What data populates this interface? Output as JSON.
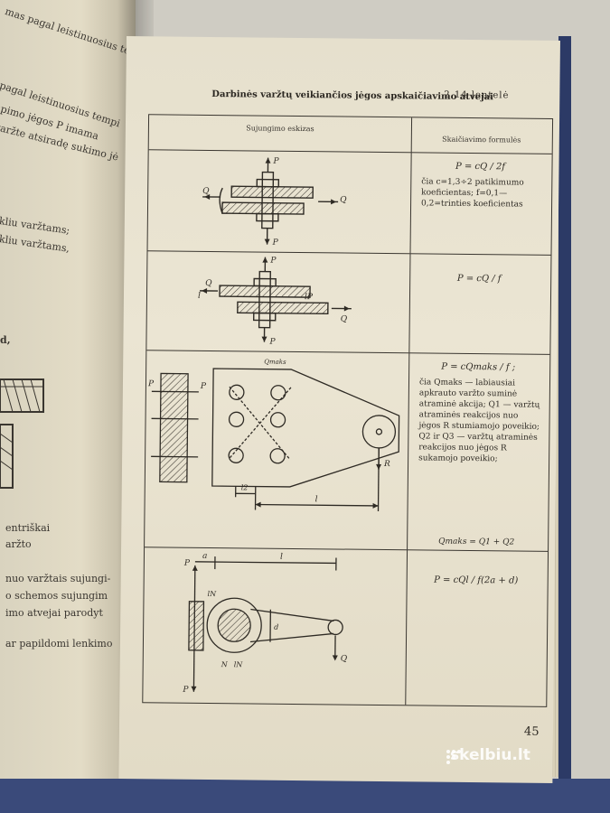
{
  "left_page": {
    "fragments": [
      "mas pagal leistinuosius tem",
      "pagal leistinuosius tempi",
      "npimo jėgos P imama",
      "varžte atsiradę sukimo jė",
      "kliu varžtams;",
      "kliu varžtams,",
      "d,",
      "entriškai",
      "aržto",
      "nuo varžtais sujungi-",
      "o schemos sujungim",
      "imo atvejai parodyt",
      "ar papildomi lenkimo"
    ]
  },
  "table": {
    "title": "Darbinės varžtų veikiančios jėgos apskaičiavimo atvejai",
    "number": "2.14 lentelė",
    "header": {
      "sketch": "Sujungimo eskizas",
      "formula": "Skaičiavimo formulės"
    },
    "rows": [
      {
        "formula": "P = cQ / 2f",
        "note": "čia c=1,3÷2 patikimumo koeficientas; f=0,1—0,2=trinties koeficientas",
        "labels": [
          "P",
          "Q",
          "Q",
          "P"
        ]
      },
      {
        "formula": "P = cQ / f",
        "note": "",
        "labels": [
          "P",
          "Q",
          "Q",
          "P",
          "l",
          "lP"
        ]
      },
      {
        "formula": "P = cQmaks / f ;",
        "note": "čia Qmaks — labiausiai apkrauto varžto suminė atraminė akcija; Q1 — varžtų atraminės reakcijos nuo jėgos R stumiamojo poveikio; Q2 ir Q3 — varžtų atraminės reakcijos nuo jėgos R sukamojo poveikio;",
        "vector": "Qmaks = Q1 + Q2",
        "labels": [
          "Qmaks",
          "P",
          "P",
          "R",
          "l2",
          "l"
        ]
      },
      {
        "formula": "P = cQl / f(2a + d)",
        "note": "",
        "labels": [
          "P",
          "a",
          "l",
          "lN",
          "N",
          "lN",
          "Q",
          "P",
          "d"
        ]
      }
    ]
  },
  "page_number": "45",
  "watermark": "skelbiu.lt"
}
